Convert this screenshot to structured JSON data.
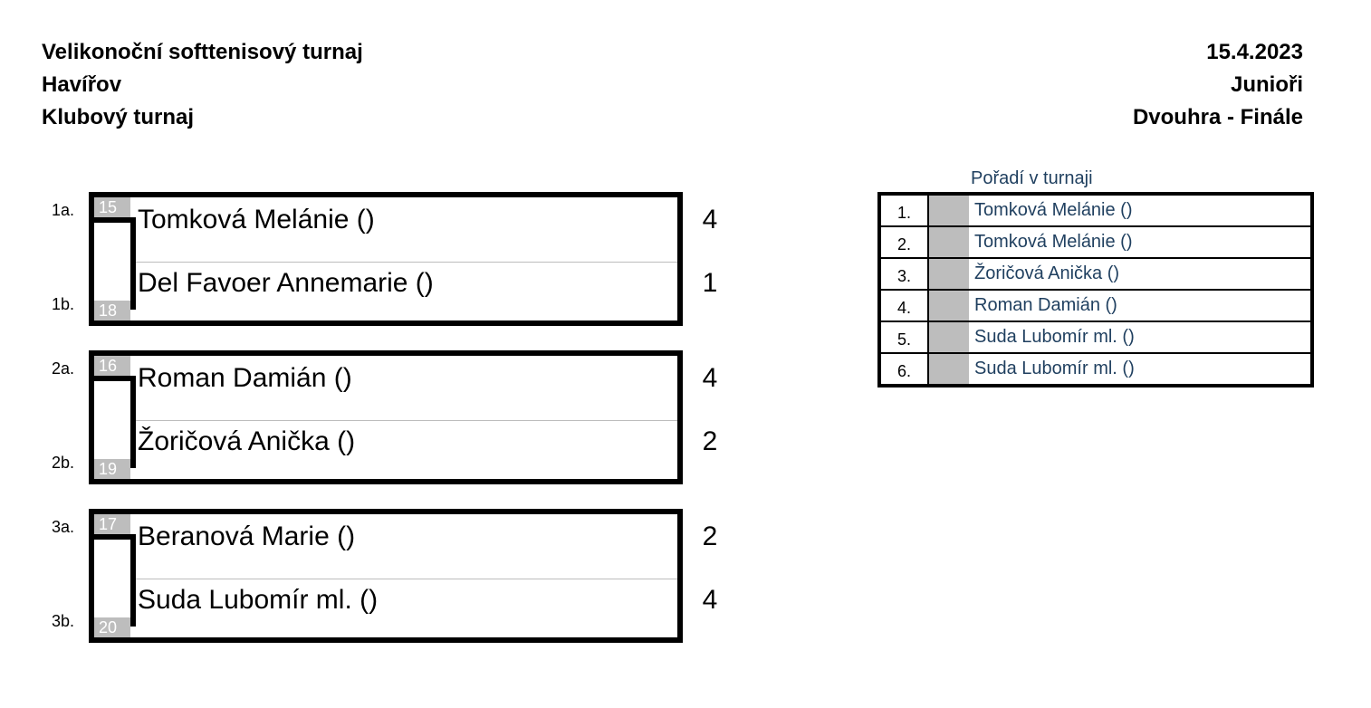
{
  "header": {
    "left": [
      "Velikonoční softtenisový turnaj",
      "Havířov",
      "Klubový turnaj"
    ],
    "right": [
      "15.4.2023",
      "Junioři",
      "Dvouhra - Finále"
    ]
  },
  "matches": [
    {
      "label_a": "1a.",
      "label_b": "1b.",
      "seed_a": "15",
      "seed_b": "18",
      "player_a": "Tomková Melánie ()",
      "player_b": "Del Favoer Annemarie ()",
      "score_a": "4",
      "score_b": "1"
    },
    {
      "label_a": "2a.",
      "label_b": "2b.",
      "seed_a": "16",
      "seed_b": "19",
      "player_a": "Roman Damián ()",
      "player_b": "Žoričová Anička ()",
      "score_a": "4",
      "score_b": "2"
    },
    {
      "label_a": "3a.",
      "label_b": "3b.",
      "seed_a": "17",
      "seed_b": "20",
      "player_a": "Beranová Marie ()",
      "player_b": "Suda Lubomír ml. ()",
      "score_a": "2",
      "score_b": "4"
    }
  ],
  "ranking": {
    "title": "Pořadí v turnaji",
    "rows": [
      {
        "rank": "1.",
        "name": "Tomková Melánie ()"
      },
      {
        "rank": "2.",
        "name": "Tomková Melánie ()"
      },
      {
        "rank": "3.",
        "name": "Žoričová Anička ()"
      },
      {
        "rank": "4.",
        "name": "Roman Damián ()"
      },
      {
        "rank": "5.",
        "name": "Suda Lubomír ml. ()"
      },
      {
        "rank": "6.",
        "name": "Suda Lubomír ml. ()"
      }
    ]
  }
}
